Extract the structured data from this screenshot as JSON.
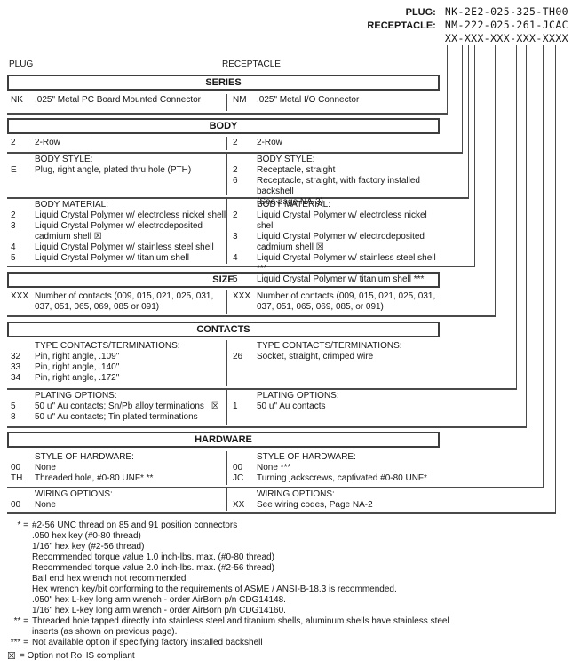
{
  "part_numbers": {
    "plug_label": "PLUG:",
    "plug_code": "NK-2E2-025-325-TH00",
    "receptacle_label": "RECEPTACLE:",
    "receptacle_code": "NM-222-025-261-JCAC",
    "mask_code": "XX-XXX-XXX-XXX-XXXX"
  },
  "columns": {
    "left": "PLUG",
    "right": "RECEPTACLE"
  },
  "sections": [
    {
      "title": "SERIES",
      "rows": [
        {
          "left": {
            "items": [
              {
                "code": "NK",
                "lines": [
                  ".025\" Metal PC Board Mounted Connector"
                ]
              }
            ]
          },
          "right": {
            "items": [
              {
                "code": "NM",
                "lines": [
                  ".025\" Metal I/O Connector"
                ]
              }
            ]
          }
        }
      ]
    },
    {
      "title": "BODY",
      "rows": [
        {
          "left": {
            "items": [
              {
                "code": "2",
                "lines": [
                  "2-Row"
                ]
              }
            ]
          },
          "right": {
            "items": [
              {
                "code": "2",
                "lines": [
                  "2-Row"
                ]
              }
            ]
          }
        },
        {
          "left": {
            "header": "BODY STYLE:",
            "items": [
              {
                "code": "E",
                "lines": [
                  "Plug, right angle, plated thru hole (PTH)"
                ]
              }
            ]
          },
          "right": {
            "header": "BODY STYLE:",
            "items": [
              {
                "code": "2",
                "lines": [
                  "Receptacle, straight"
                ]
              },
              {
                "code": "6",
                "lines": [
                  "Receptacle, straight, with factory installed backshell",
                  "(See page NA-3)"
                ]
              }
            ]
          }
        },
        {
          "left": {
            "header": "BODY MATERIAL:",
            "items": [
              {
                "code": "2",
                "lines": [
                  "Liquid Crystal Polymer w/ electroless nickel shell"
                ]
              },
              {
                "code": "3",
                "lines": [
                  "Liquid Crystal Polymer w/ electrodeposited",
                  "cadmium shell  ☒"
                ]
              },
              {
                "code": "4",
                "lines": [
                  "Liquid Crystal Polymer w/ stainless steel shell"
                ]
              },
              {
                "code": "5",
                "lines": [
                  "Liquid Crystal Polymer w/ titanium shell"
                ]
              }
            ]
          },
          "right": {
            "header": "BODY MATERIAL:",
            "items": [
              {
                "code": "2",
                "lines": [
                  "Liquid Crystal Polymer w/ electroless nickel shell"
                ]
              },
              {
                "code": "3",
                "lines": [
                  "Liquid Crystal Polymer w/ electrodeposited",
                  "cadmium shell  ☒"
                ]
              },
              {
                "code": "4",
                "lines": [
                  "Liquid Crystal Polymer w/ stainless steel shell ***"
                ]
              },
              {
                "code": "5",
                "lines": [
                  "Liquid Crystal Polymer w/ titanium shell ***"
                ]
              }
            ]
          }
        }
      ]
    },
    {
      "title": "SIZE",
      "rows": [
        {
          "left": {
            "items": [
              {
                "code": "XXX",
                "lines": [
                  "Number of contacts (009, 015, 021, 025, 031,",
                  "037, 051, 065, 069, 085 or 091)"
                ]
              }
            ]
          },
          "right": {
            "items": [
              {
                "code": "XXX",
                "lines": [
                  "Number of contacts (009, 015, 021, 025, 031,",
                  "037, 051, 065, 069, 085, or 091)"
                ]
              }
            ]
          }
        }
      ]
    },
    {
      "title": "CONTACTS",
      "rows": [
        {
          "left": {
            "header": "TYPE CONTACTS/TERMINATIONS:",
            "items": [
              {
                "code": "32",
                "lines": [
                  "Pin, right angle, .109\""
                ]
              },
              {
                "code": "33",
                "lines": [
                  "Pin, right angle, .140\""
                ]
              },
              {
                "code": "34",
                "lines": [
                  "Pin, right angle, .172\""
                ]
              }
            ]
          },
          "right": {
            "header": "TYPE CONTACTS/TERMINATIONS:",
            "items": [
              {
                "code": "26",
                "lines": [
                  "Socket, straight, crimped wire"
                ]
              }
            ]
          }
        },
        {
          "left": {
            "header": "PLATING OPTIONS:",
            "items": [
              {
                "code": "5",
                "lines": [
                  "50 u\" Au contacts; Sn/Pb alloy terminations"
                ],
                "flag": "☒"
              },
              {
                "code": "8",
                "lines": [
                  "50 u\" Au contacts; Tin plated terminations"
                ]
              }
            ]
          },
          "right": {
            "header": "PLATING OPTIONS:",
            "items": [
              {
                "code": "1",
                "lines": [
                  "50 u\" Au contacts"
                ]
              }
            ]
          }
        }
      ]
    },
    {
      "title": "HARDWARE",
      "rows": [
        {
          "left": {
            "header": "STYLE OF HARDWARE:",
            "items": [
              {
                "code": "00",
                "lines": [
                  "None"
                ]
              },
              {
                "code": "TH",
                "lines": [
                  "Threaded hole, #0-80 UNF*  **"
                ]
              }
            ]
          },
          "right": {
            "header": "STYLE OF HARDWARE:",
            "items": [
              {
                "code": "00",
                "lines": [
                  "None ***"
                ]
              },
              {
                "code": "JC",
                "lines": [
                  "Turning jackscrews, captivated #0-80 UNF*"
                ]
              }
            ]
          }
        },
        {
          "left": {
            "header": "WIRING OPTIONS:",
            "items": [
              {
                "code": "00",
                "lines": [
                  "None"
                ]
              }
            ]
          },
          "right": {
            "header": "WIRING OPTIONS:",
            "items": [
              {
                "code": "XX",
                "lines": [
                  "See wiring codes, Page NA-2"
                ]
              }
            ]
          }
        }
      ]
    }
  ],
  "footnotes": {
    "lines": [
      {
        "marker": "* =",
        "text": "#2-56 UNC thread on 85 and 91 position connectors"
      },
      {
        "marker": "",
        "text": ".050 hex key (#0-80 thread)"
      },
      {
        "marker": "",
        "text": "1/16\" hex key (#2-56 thread)"
      },
      {
        "marker": "",
        "text": "Recommended torque value 1.0 inch-lbs. max. (#0-80 thread)"
      },
      {
        "marker": "",
        "text": "Recommended torque value 2.0 inch-lbs. max. (#2-56 thread)"
      },
      {
        "marker": "",
        "text": "Ball end hex wrench not recommended"
      },
      {
        "marker": "",
        "text": "Hex wrench key/bit conforming to the requirements of ASME / ANSI-B-18.3 is recommended."
      },
      {
        "marker": "",
        "text": ".050\" hex L-key long arm wrench - order AirBorn p/n CDG14148."
      },
      {
        "marker": "",
        "text": "1/16\" hex L-key long arm wrench - order AirBorn p/n CDG14160."
      },
      {
        "marker": "** =",
        "text": "Threaded hole tapped directly into stainless steel and titanium shells, aluminum shells have stainless steel"
      },
      {
        "marker": "",
        "text": "inserts (as shown on previous page)."
      },
      {
        "marker": "*** =",
        "text": "Not available option if specifying factory installed backshell"
      }
    ],
    "rohs_symbol": "☒",
    "rohs_text": "= Option not RoHS compliant"
  }
}
